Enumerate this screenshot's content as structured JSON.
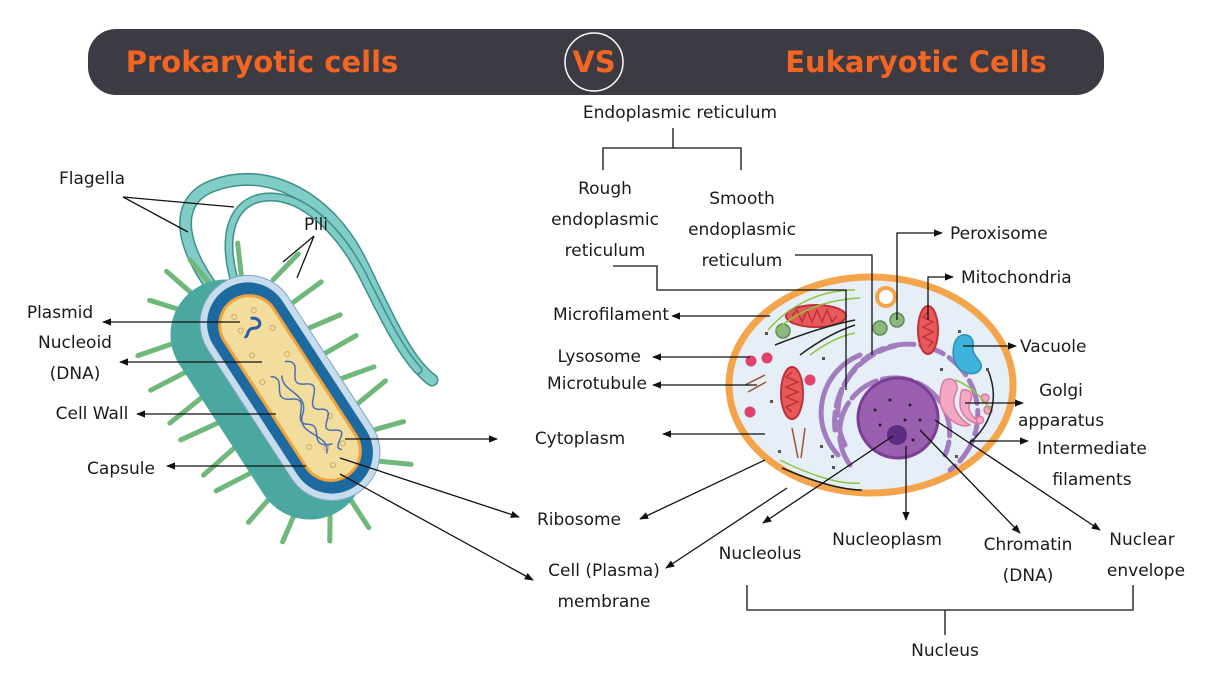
{
  "header": {
    "left_title": "Prokaryotic cells",
    "vs": "VS",
    "right_title": "Eukaryotic Cells",
    "accent_color": "#f26522",
    "bar_color": "#3c3a42"
  },
  "prokaryote_labels": {
    "flagella": "Flagella",
    "pili": "Pili",
    "plasmid": "Plasmid",
    "nucleoid_1": "Nucleoid",
    "nucleoid_2": "(DNA)",
    "cell_wall": "Cell Wall",
    "capsule": "Capsule"
  },
  "shared_labels": {
    "cytoplasm": "Cytoplasm",
    "ribosome": "Ribosome",
    "membrane_1": "Cell (Plasma)",
    "membrane_2": "membrane"
  },
  "eukaryote_labels": {
    "er": "Endoplasmic reticulum",
    "rough": [
      "Rough",
      "endoplasmic",
      "reticulum"
    ],
    "smooth": [
      "Smooth",
      "endoplasmic",
      "reticulum"
    ],
    "peroxisome": "Peroxisome",
    "mitochondria": "Mitochondria",
    "microfilament": "Microfilament",
    "lysosome": "Lysosome",
    "microtubule": "Microtubule",
    "vacuole": "Vacuole",
    "golgi_1": "Golgi",
    "golgi_2": "apparatus",
    "intermediate_1": "Intermediate",
    "intermediate_2": "filaments",
    "nucleolus": "Nucleolus",
    "nucleoplasm": "Nucleoplasm",
    "chromatin_1": "Chromatin",
    "chromatin_2": "(DNA)",
    "envelope_1": "Nuclear",
    "envelope_2": "envelope",
    "nucleus": "Nucleus"
  }
}
